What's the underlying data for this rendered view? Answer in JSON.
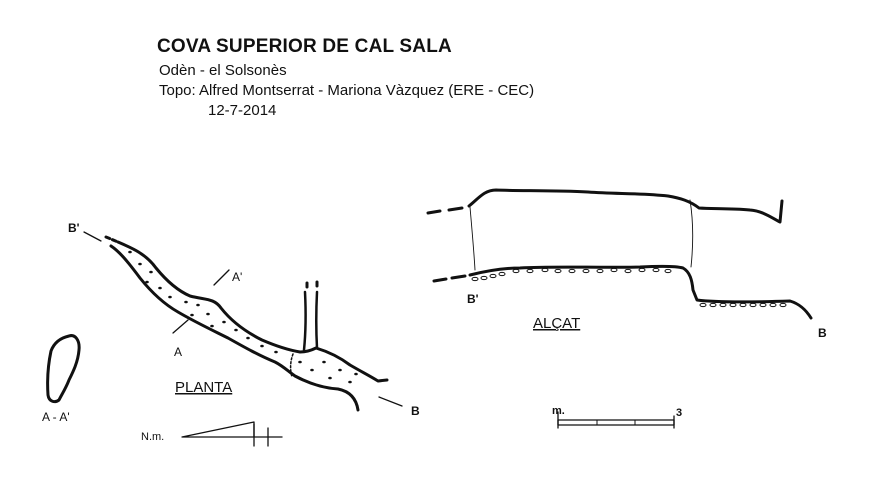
{
  "header": {
    "title": "COVA SUPERIOR DE CAL SALA",
    "location": "Odèn - el Solsonès",
    "survey": "Topo: Alfred Montserrat - Mariona Vàzquez (ERE - CEC)",
    "date": "12-7-2014"
  },
  "plan": {
    "label": "PLANTA",
    "point_b_prime": "B'",
    "point_b": "B",
    "point_a_prime": "A'",
    "point_a": "A"
  },
  "section": {
    "label": "A - A'"
  },
  "elevation": {
    "label": "ALÇAT",
    "point_b_prime": "B'",
    "point_b": "B"
  },
  "scale": {
    "unit": "m.",
    "max": "3"
  },
  "north": {
    "label": "N.m."
  }
}
